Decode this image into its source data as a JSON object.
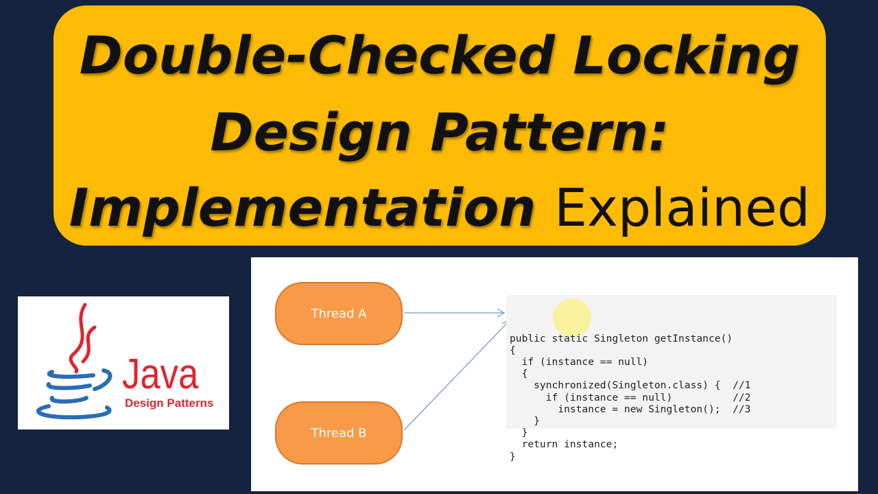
{
  "title": {
    "line1": "Double-Checked Locking",
    "line2": "Design Pattern:",
    "line3_bold": "Implementation",
    "line3_plain": "Explained"
  },
  "logo": {
    "word": "Java",
    "subtitle": "Design Patterns"
  },
  "diagram": {
    "thread_a": "Thread A",
    "thread_b": "Thread B",
    "code": "public static Singleton getInstance()\n{\n  if (instance == null)\n  {\n    synchronized(Singleton.class) {  //1\n      if (instance == null)          //2\n        instance = new Singleton();  //3\n    }\n  }\n  return instance;\n}"
  },
  "colors": {
    "background": "#14233f",
    "title_box": "#fdbb05",
    "thread": "#f89a48",
    "java_red": "#e0252f",
    "java_blue": "#2a6db5"
  }
}
